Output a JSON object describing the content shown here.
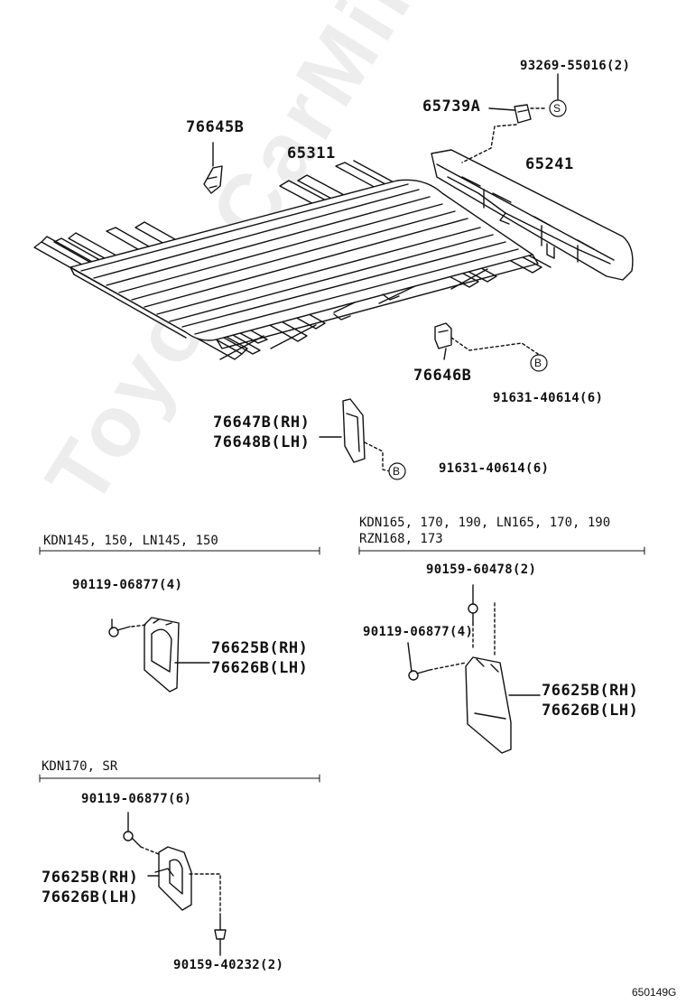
{
  "watermark": "ToyotaCarMini.ru",
  "diagram_code": "650149G",
  "top": {
    "p93269": "93269-55016(2)",
    "p65739A": "65739A",
    "p76645B": "76645B",
    "p65311": "65311",
    "p65241": "65241",
    "p76646B": "76646B",
    "p91631_a": "91631-40614(6)",
    "p76647B": "76647B(RH)",
    "p76648B": "76648B(LH)",
    "p91631_b": "91631-40614(6)",
    "callout_s": "S",
    "callout_b1": "B",
    "callout_b2": "B"
  },
  "section_left": {
    "title": "KDN145, 150, LN145, 150",
    "bolt": "90119-06877(4)",
    "flap_rh": "76625B(RH)",
    "flap_lh": "76626B(LH)"
  },
  "section_right": {
    "title1": "KDN165, 170, 190, LN165, 170, 190",
    "title2": "RZN168, 173",
    "screw": "90159-60478(2)",
    "bolt": "90119-06877(4)",
    "flap_rh": "76625B(RH)",
    "flap_lh": "76626B(LH)"
  },
  "section_bottom": {
    "title": "KDN170, SR",
    "bolt": "90119-06877(6)",
    "flap_rh": "76625B(RH)",
    "flap_lh": "76626B(LH)",
    "screw": "90159-40232(2)"
  }
}
